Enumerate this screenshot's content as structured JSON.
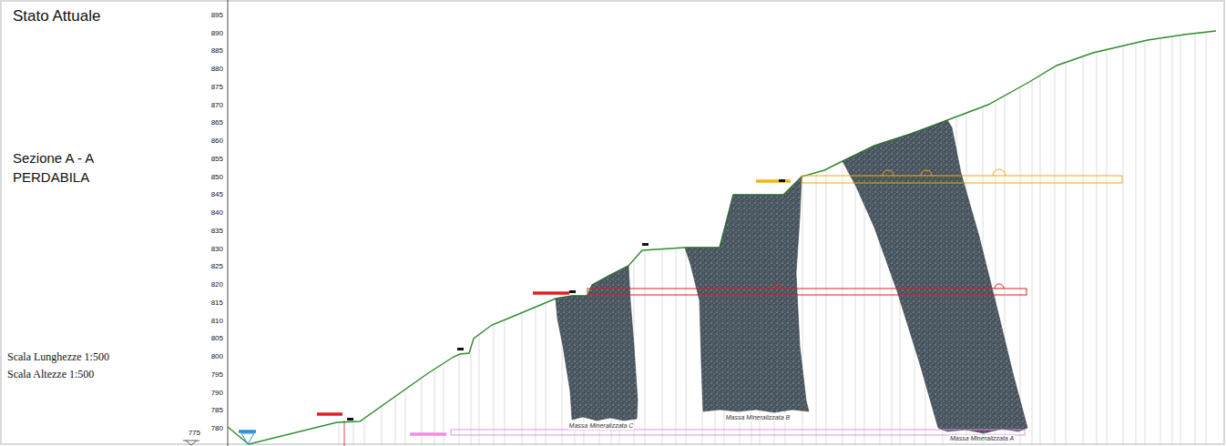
{
  "diagram": {
    "title": "Stato Attuale",
    "nodes": [
      {
        "text": [
          "Massa Mineralizzata C"
        ]
      },
      {
        "text": [
          "Massa Mineralizzata B"
        ]
      },
      {
        "text": [
          "Massa Mineralizzata A"
        ]
      }
    ],
    "labels": [
      "Sezione A - A PERDABILA",
      "Scala Lunghezze 1:500",
      "Scala Altezze 1:500",
      "895",
      "890",
      "885",
      "880",
      "875",
      "870",
      "865",
      "860",
      "855",
      "850",
      "845",
      "840",
      "835",
      "830",
      "825",
      "820",
      "815",
      "810",
      "805",
      "800",
      "795",
      "790",
      "785",
      "780",
      "775"
    ]
  }
}
